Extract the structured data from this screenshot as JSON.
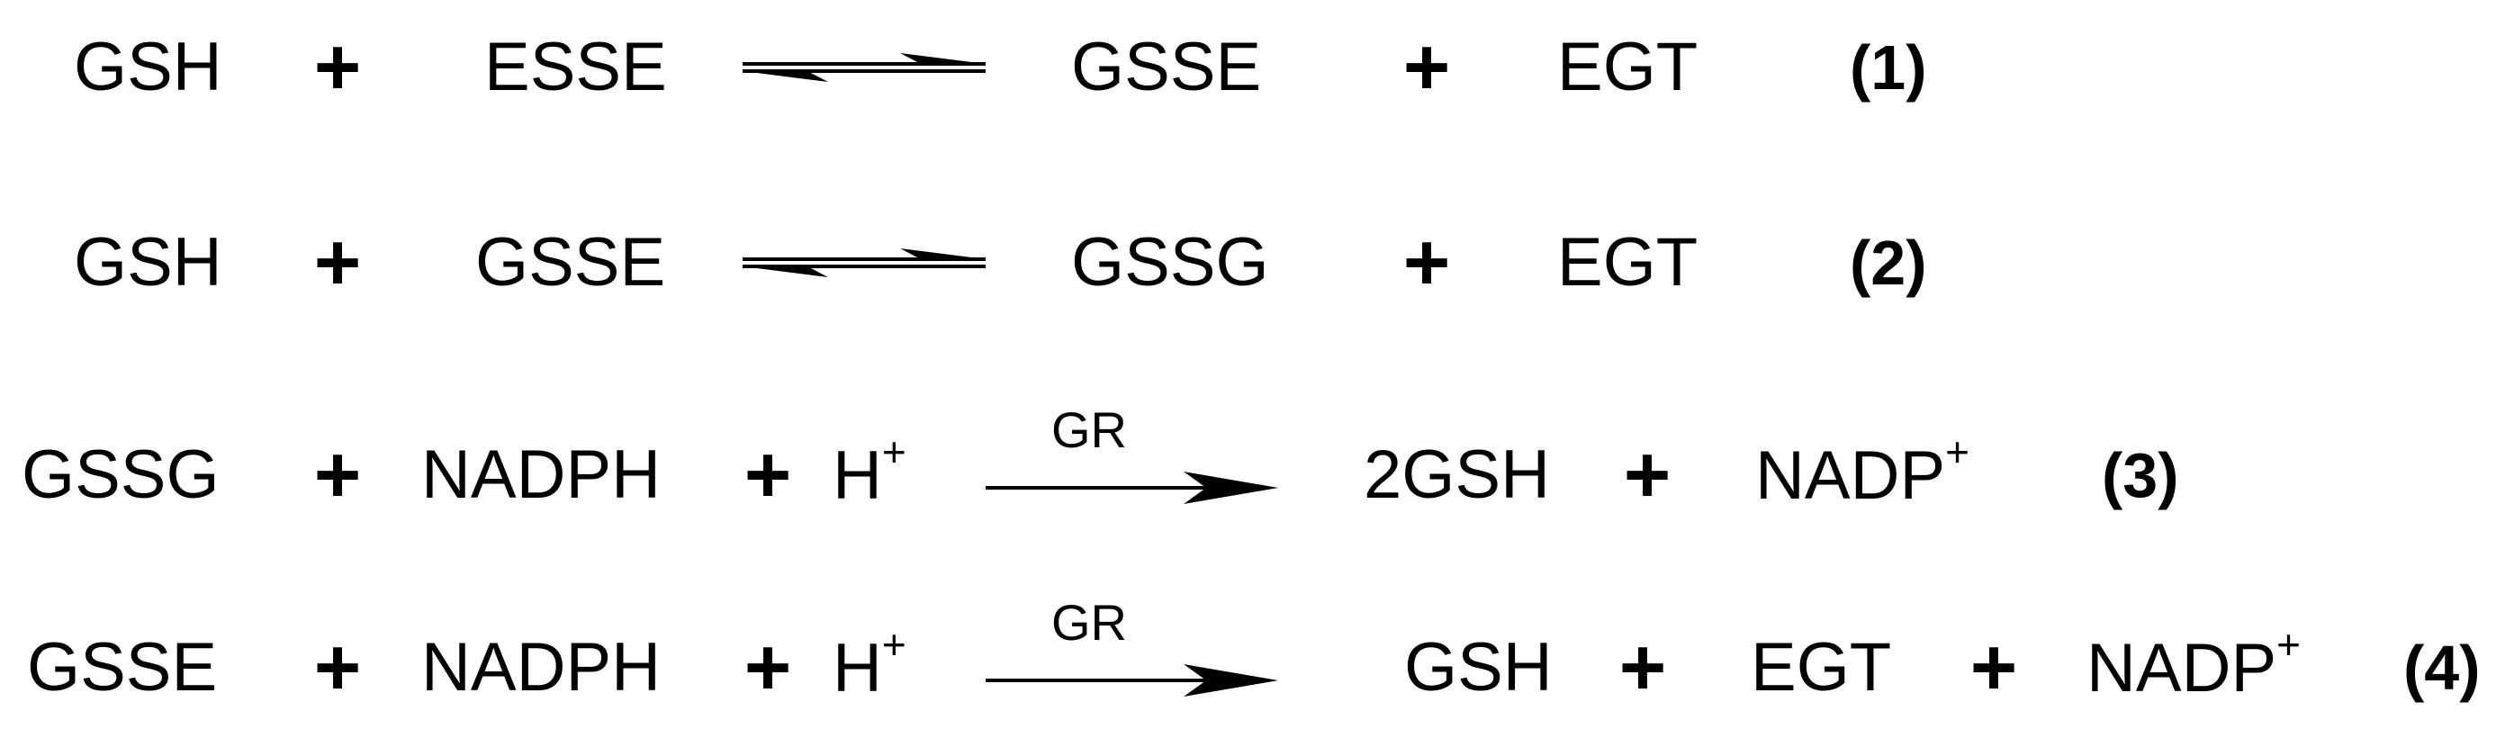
{
  "scheme": {
    "reactions": [
      {
        "number": "(1)",
        "arrow": "equilibrium",
        "catalyst": "",
        "reactants": [
          {
            "text": "GSH",
            "sup": ""
          },
          {
            "text": "ESSE",
            "sup": ""
          }
        ],
        "products": [
          {
            "text": "GSSE",
            "sup": ""
          },
          {
            "text": "EGT",
            "sup": ""
          }
        ]
      },
      {
        "number": "(2)",
        "arrow": "equilibrium",
        "catalyst": "",
        "reactants": [
          {
            "text": "GSH",
            "sup": ""
          },
          {
            "text": "GSSE",
            "sup": ""
          }
        ],
        "products": [
          {
            "text": "GSSG",
            "sup": ""
          },
          {
            "text": "EGT",
            "sup": ""
          }
        ]
      },
      {
        "number": "(3)",
        "arrow": "forward",
        "catalyst": "GR",
        "reactants": [
          {
            "text": "GSSG",
            "sup": ""
          },
          {
            "text": "NADPH",
            "sup": ""
          },
          {
            "text": "H",
            "sup": "+"
          }
        ],
        "products": [
          {
            "text": "2GSH",
            "sup": ""
          },
          {
            "text": "NADP",
            "sup": "+"
          }
        ]
      },
      {
        "number": "(4)",
        "arrow": "forward",
        "catalyst": "GR",
        "reactants": [
          {
            "text": "GSSE",
            "sup": ""
          },
          {
            "text": "NADPH",
            "sup": ""
          },
          {
            "text": "H",
            "sup": "+"
          }
        ],
        "products": [
          {
            "text": "GSH",
            "sup": ""
          },
          {
            "text": "EGT",
            "sup": ""
          },
          {
            "text": "NADP",
            "sup": "+"
          }
        ]
      }
    ],
    "plus_sign": "+"
  }
}
